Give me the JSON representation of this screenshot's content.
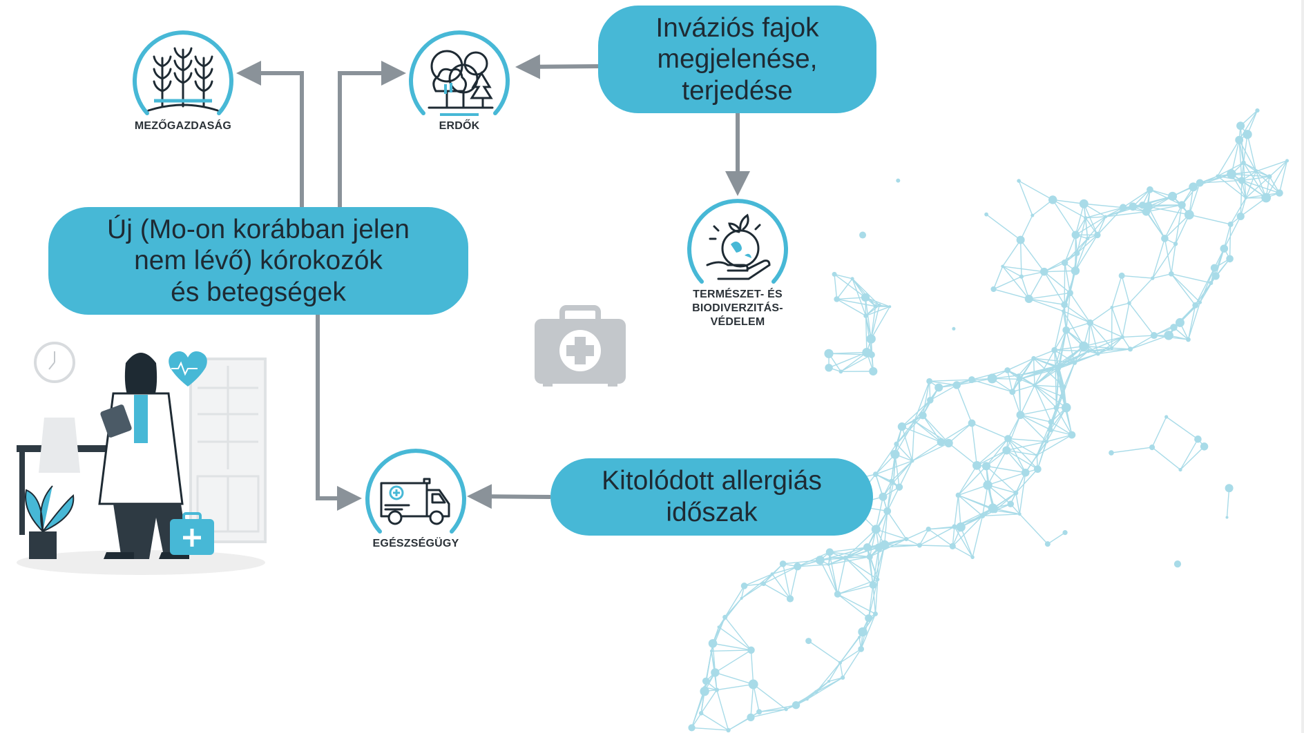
{
  "nodes": {
    "invasive": {
      "lines": [
        "Inváziós fajok",
        "megjelenése,",
        "terjedése"
      ]
    },
    "pathogens": {
      "lines": [
        "Új (Mo-on korábban jelen",
        "nem lévő) kórokozók",
        "és betegségek"
      ]
    },
    "allergy": {
      "lines": [
        "Kitolódott allergiás",
        "időszak"
      ]
    }
  },
  "icons": {
    "agriculture": {
      "label": "MEZŐGAZDASÁG",
      "icon": "wheat-icon"
    },
    "forests": {
      "label": "ERDŐK",
      "icon": "trees-icon"
    },
    "nature": {
      "label_lines": [
        "TERMÉSZET- ÉS",
        "BIODIVERZITÁS-",
        "VÉDELEM"
      ],
      "icon": "globe-in-hand-icon"
    },
    "health": {
      "label": "EGÉSZSÉGÜGY",
      "icon": "ambulance-icon"
    }
  },
  "edges": [
    {
      "from": "pathogens",
      "to": "agriculture"
    },
    {
      "from": "pathogens",
      "to": "forests"
    },
    {
      "from": "pathogens",
      "to": "health"
    },
    {
      "from": "invasive",
      "to": "forests"
    },
    {
      "from": "invasive",
      "to": "nature"
    },
    {
      "from": "allergy",
      "to": "health"
    }
  ],
  "colors": {
    "accent": "#47b8d6",
    "arrow": "#8a9299",
    "text": "#1e2a33",
    "network": "#a8dbe8"
  }
}
